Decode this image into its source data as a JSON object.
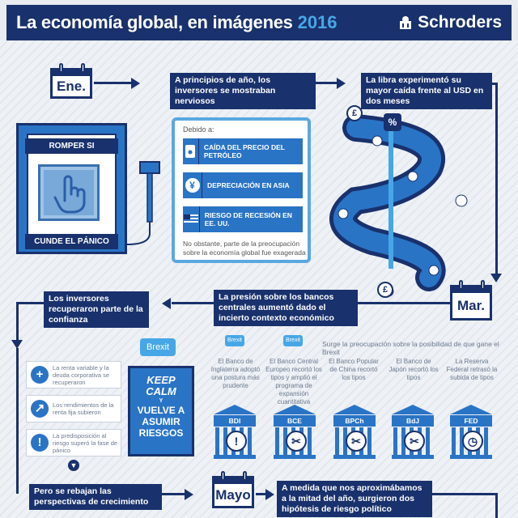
{
  "header": {
    "title": "La economía global, en imágenes",
    "year": "2016",
    "brand": "Schroders"
  },
  "calendar": {
    "jan": "Ene.",
    "mar": "Mar.",
    "may": "Mayo"
  },
  "captions": {
    "jan_investors": "A principios de año, los inversores se mostraban nerviosos",
    "pound": "La libra experimentó su mayor caída frente al USD en dos meses",
    "pressure": "La presión sobre los bancos centrales aumentó dado el incierto contexto económico",
    "recovered": "Los inversores recuperaron parte de la confianza",
    "lower": "Pero se rebajan las perspectivas de crecimiento",
    "may_hypo": "A medida que nos aproximábamos a la mitad del año, surgieron dos hipótesis de riesgo político",
    "brexit_worry": "Surge la preocupación sobre la posibilidad de que gane el Brexit"
  },
  "machine": {
    "top": "ROMPER SI",
    "bottom": "CUNDE EL PÁNICO"
  },
  "reasons": {
    "intro": "Debido a:",
    "items": [
      {
        "label": "CAÍDA DEL PRECIO DEL PETRÓLEO",
        "icon": "oil-barrel-icon"
      },
      {
        "label": "DEPRECIACIÓN EN ASIA",
        "icon": "yen-icon"
      },
      {
        "label": "RIESGO DE RECESIÓN EN EE. UU.",
        "icon": "us-flag-icon"
      }
    ],
    "note": "No obstante, parte de la preocupación sobre la economía global fue exagerada"
  },
  "spiral": {
    "percent": "%",
    "pound_symbol": "£"
  },
  "brexit": {
    "badge": "Brexit",
    "small_badge": "Brexit",
    "keep": "KEEP CALM",
    "y": "Y",
    "vuelve": "VUELVE A ASUMIR RIESGOS"
  },
  "side_items": [
    "La renta variable y la deuda corporativa se recuperaron",
    "Los rendimientos de la renta fija subieron",
    "La predisposición al riesgo superó la fase de pánico"
  ],
  "banks": [
    {
      "code": "BDI",
      "desc": "El Banco de Inglaterra adoptó una postura más prudente",
      "symbol": "!"
    },
    {
      "code": "BCE",
      "desc": "El Banco Central Europeo recortó los tipos y amplió el programa de expansión cuantitativa",
      "symbol": "✂"
    },
    {
      "code": "BPCh",
      "desc": "El Banco Popular de China recortó los tipos",
      "symbol": "✂"
    },
    {
      "code": "BdJ",
      "desc": "El Banco de Japón recortó los tipos",
      "symbol": "✂"
    },
    {
      "code": "FED",
      "desc": "La Reserva Federal retrasó la subida de tipos",
      "symbol": "◷"
    }
  ]
}
